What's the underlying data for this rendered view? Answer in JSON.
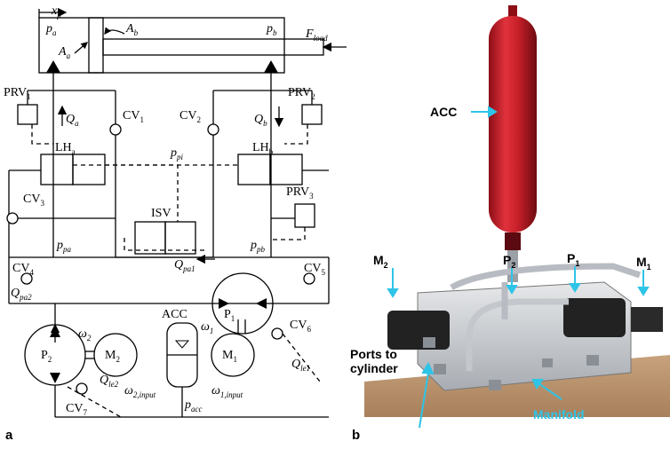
{
  "panel_a": {
    "caption": "a",
    "xp": "x",
    "xp_sub": "p",
    "pa": "p",
    "pa_sub": "a",
    "pb": "p",
    "pb_sub": "b",
    "Aa": "A",
    "Aa_sub": "a",
    "Ab": "A",
    "Ab_sub": "b",
    "Fload": "F",
    "Fload_sub": "load",
    "PRV1": "PRV",
    "PRV1_sub": "1",
    "PRV2": "PRV",
    "PRV2_sub": "2",
    "PRV3": "PRV",
    "PRV3_sub": "3",
    "Qa": "Q",
    "Qa_sub": "a",
    "Qb": "Q",
    "Qb_sub": "b",
    "CV1": "CV",
    "CV1_sub": "1",
    "CV2": "CV",
    "CV2_sub": "2",
    "CV3": "CV",
    "CV3_sub": "3",
    "CV4": "CV",
    "CV4_sub": "4",
    "CV5": "CV",
    "CV5_sub": "5",
    "CV6": "CV",
    "CV6_sub": "6",
    "CV7": "CV",
    "CV7_sub": "7",
    "LHa": "LH",
    "LHa_sub": "a",
    "LHb": "LH",
    "LHb_sub": "b",
    "ppi": "p",
    "ppi_sub": "pi",
    "ISV": "ISV",
    "ppa": "p",
    "ppa_sub": "pa",
    "ppb": "p",
    "ppb_sub": "pb",
    "Qpa1": "Q",
    "Qpa1_sub": "pa1",
    "Qpa2": "Q",
    "Qpa2_sub": "pa2",
    "ACC": "ACC",
    "P1": "P",
    "P1_sub": "1",
    "P2": "P",
    "P2_sub": "2",
    "M1": "M",
    "M1_sub": "1",
    "M2": "M",
    "M2_sub": "2",
    "w1": "ω",
    "w1_sub": "1",
    "w2": "ω",
    "w2_sub": "2",
    "w1in": "ω",
    "w1in_sub": "1,input",
    "w2in": "ω",
    "w2in_sub": "2,input",
    "Qle1": "Q",
    "Qle1_sub": "le1",
    "Qle2": "Q",
    "Qle2_sub": "le2",
    "pacc": "p",
    "pacc_sub": "acc"
  },
  "panel_b": {
    "caption": "b",
    "acc": "ACC",
    "m2": "M",
    "m2_sub": "2",
    "p2": "P",
    "p2_sub": "2",
    "p1": "P",
    "p1_sub": "1",
    "m1": "M",
    "m1_sub": "1",
    "ports1": "Ports to",
    "ports2": "cylinder",
    "manifold": "Manifold",
    "colors": {
      "accumulator": "#c8202a",
      "label_cyan": "#2ec4e8",
      "motor": "#222222",
      "block": "#c9ccd0"
    }
  }
}
